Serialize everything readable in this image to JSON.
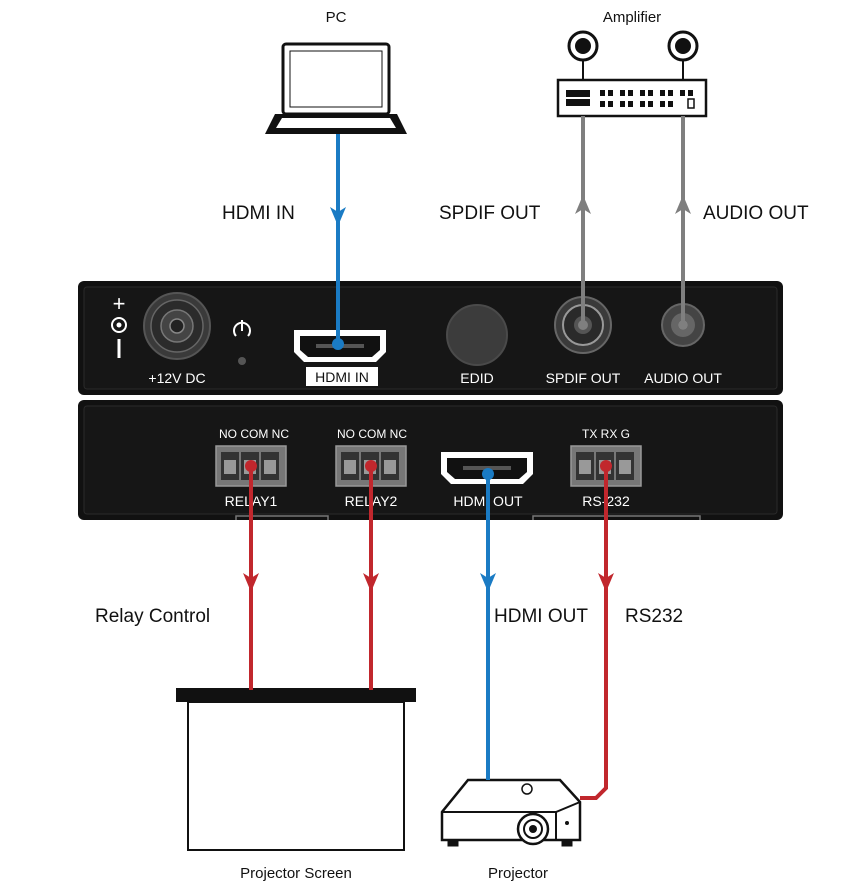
{
  "devices": {
    "pc": "PC",
    "amplifier": "Amplifier",
    "projector_screen": "Projector Screen",
    "projector": "Projector"
  },
  "connections": {
    "hdmi_in": "HDMI IN",
    "spdif_out": "SPDIF OUT",
    "audio_out": "AUDIO OUT",
    "relay_control": "Relay Control",
    "hdmi_out": "HDMI OUT",
    "rs232": "RS232"
  },
  "front_panel": {
    "power": "+12V DC",
    "hdmi_in": "HDMI IN",
    "edid": "EDID",
    "spdif_out": "SPDIF OUT",
    "audio_out": "AUDIO OUT"
  },
  "rear_panel": {
    "relay_pins": "NO COM NC",
    "relay1": "RELAY1",
    "relay2": "RELAY2",
    "hdmi_out": "HDMI OUT",
    "rs232_pins": "TX RX G",
    "rs232": "RS-232"
  },
  "colors": {
    "hdmi": "#1a7bc4",
    "audio": "#7f7f7f",
    "control": "#c1272d",
    "panel": "#111111"
  }
}
